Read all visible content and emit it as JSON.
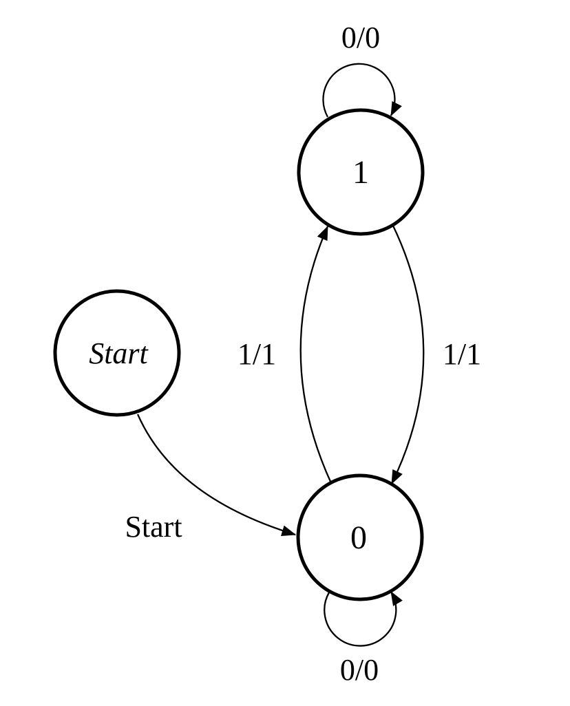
{
  "diagram": {
    "kind": "state-machine",
    "background_color": "#ffffff",
    "stroke_color": "#000000",
    "nodes": [
      {
        "id": "start",
        "label": "Start"
      },
      {
        "id": "one",
        "label": "1"
      },
      {
        "id": "zero",
        "label": "0"
      }
    ],
    "edges": [
      {
        "from": "start",
        "to": "zero",
        "label": "Start"
      },
      {
        "from": "one",
        "to": "one",
        "label": "0/0"
      },
      {
        "from": "zero",
        "to": "zero",
        "label": "0/0"
      },
      {
        "from": "zero",
        "to": "one",
        "label": "1/1"
      },
      {
        "from": "one",
        "to": "zero",
        "label": "1/1"
      }
    ]
  }
}
